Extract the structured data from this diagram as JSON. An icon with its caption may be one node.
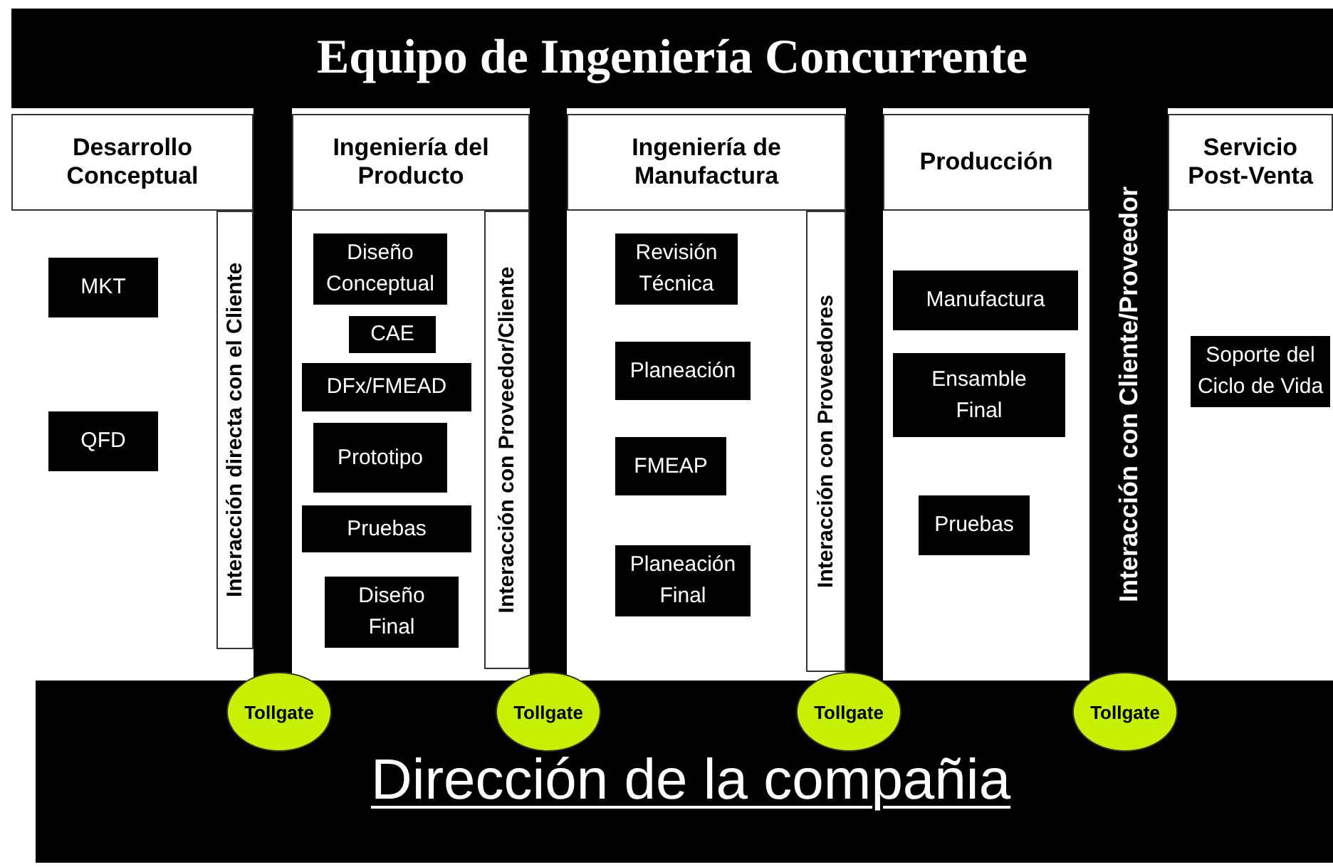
{
  "diagram": {
    "title": "Equipo de Ingeniería Concurrente",
    "nodes": [
      {
        "text": [
          "Desarrollo Conceptual"
        ]
      },
      {
        "text": [
          "Ingeniería del Producto"
        ]
      },
      {
        "text": [
          "Ingeniería de Manufactura"
        ]
      },
      {
        "text": [
          "Producción"
        ]
      },
      {
        "text": [
          "Servicio Post-Venta"
        ]
      },
      {
        "text": [
          "MKT"
        ]
      },
      {
        "text": [
          "QFD"
        ]
      },
      {
        "text": [
          "Interacción directa con el Cliente"
        ]
      },
      {
        "text": [
          "Diseño Conceptual"
        ]
      },
      {
        "text": [
          "CAE"
        ]
      },
      {
        "text": [
          "DFx/FMEAD"
        ]
      },
      {
        "text": [
          "Prototipo"
        ]
      },
      {
        "text": [
          "Pruebas"
        ]
      },
      {
        "text": [
          "Diseño Final"
        ]
      },
      {
        "text": [
          "Interacción con Proveedor/Cliente"
        ]
      },
      {
        "text": [
          "Revisión Técnica"
        ]
      },
      {
        "text": [
          "Planeación"
        ]
      },
      {
        "text": [
          "FMEAP"
        ]
      },
      {
        "text": [
          "Planeación Final"
        ]
      },
      {
        "text": [
          "Interacción con Proveedores"
        ]
      },
      {
        "text": [
          "Manufactura"
        ]
      },
      {
        "text": [
          "Ensamble Final"
        ]
      },
      {
        "text": [
          "Pruebas"
        ]
      },
      {
        "text": [
          "Interacción con Cliente/Proveedor"
        ]
      },
      {
        "text": [
          "Soporte del Ciclo de Vida"
        ]
      },
      {
        "text": [
          "Tollgate"
        ]
      },
      {
        "text": [
          "Tollgate"
        ]
      },
      {
        "text": [
          "Tollgate"
        ]
      },
      {
        "text": [
          "Tollgate"
        ]
      },
      {
        "text": [
          "Dirección de la compañia"
        ]
      }
    ]
  }
}
